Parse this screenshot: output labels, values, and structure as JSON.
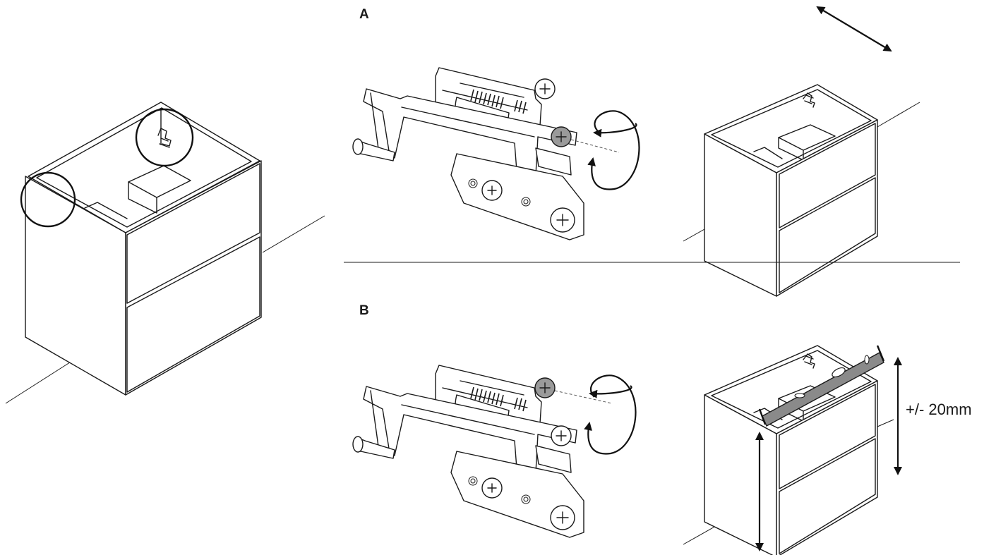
{
  "labels": {
    "step_a": "A",
    "step_b": "B",
    "adjustment_range": "+/- 20mm"
  },
  "icons": {
    "rotate_a": "rotate-arrow-icon",
    "rotate_b": "rotate-arrow-icon",
    "depth_arrow": "double-arrow-icon",
    "height_arrow": "double-arrow-icon",
    "level": "spirit-level-icon"
  }
}
